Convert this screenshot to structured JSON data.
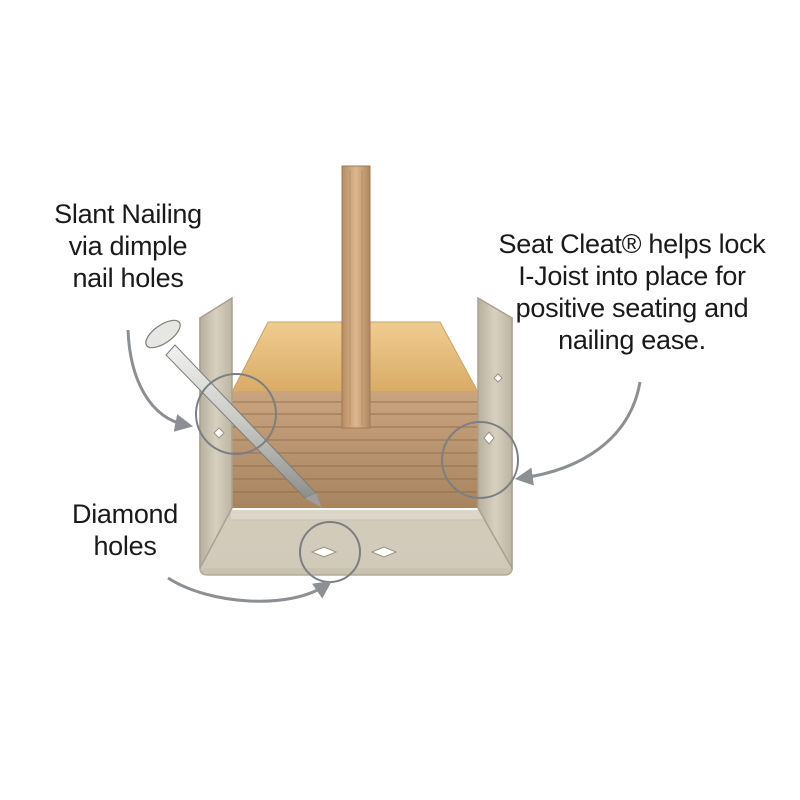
{
  "callouts": {
    "slant_nailing": [
      "Slant Nailing",
      "via dimple",
      "nail holes"
    ],
    "seat_cleat": [
      "Seat Cleat® helps lock",
      "I-Joist into place for",
      "positive seating and",
      "nailing ease."
    ],
    "diamond_holes": [
      "Diamond",
      "holes"
    ]
  },
  "icons": {
    "nail": "nail-icon",
    "hanger": "joist-hanger-icon",
    "arrow": "curved-arrow-icon"
  },
  "colors": {
    "hanger_steel": "#cfc8b7",
    "wood_top": "#e6bf7d",
    "wood_flange": "#b99572",
    "web_stem": "#caa27a",
    "arrow_gray": "#8c8f93",
    "highlight_circle": "#7b7f84"
  }
}
